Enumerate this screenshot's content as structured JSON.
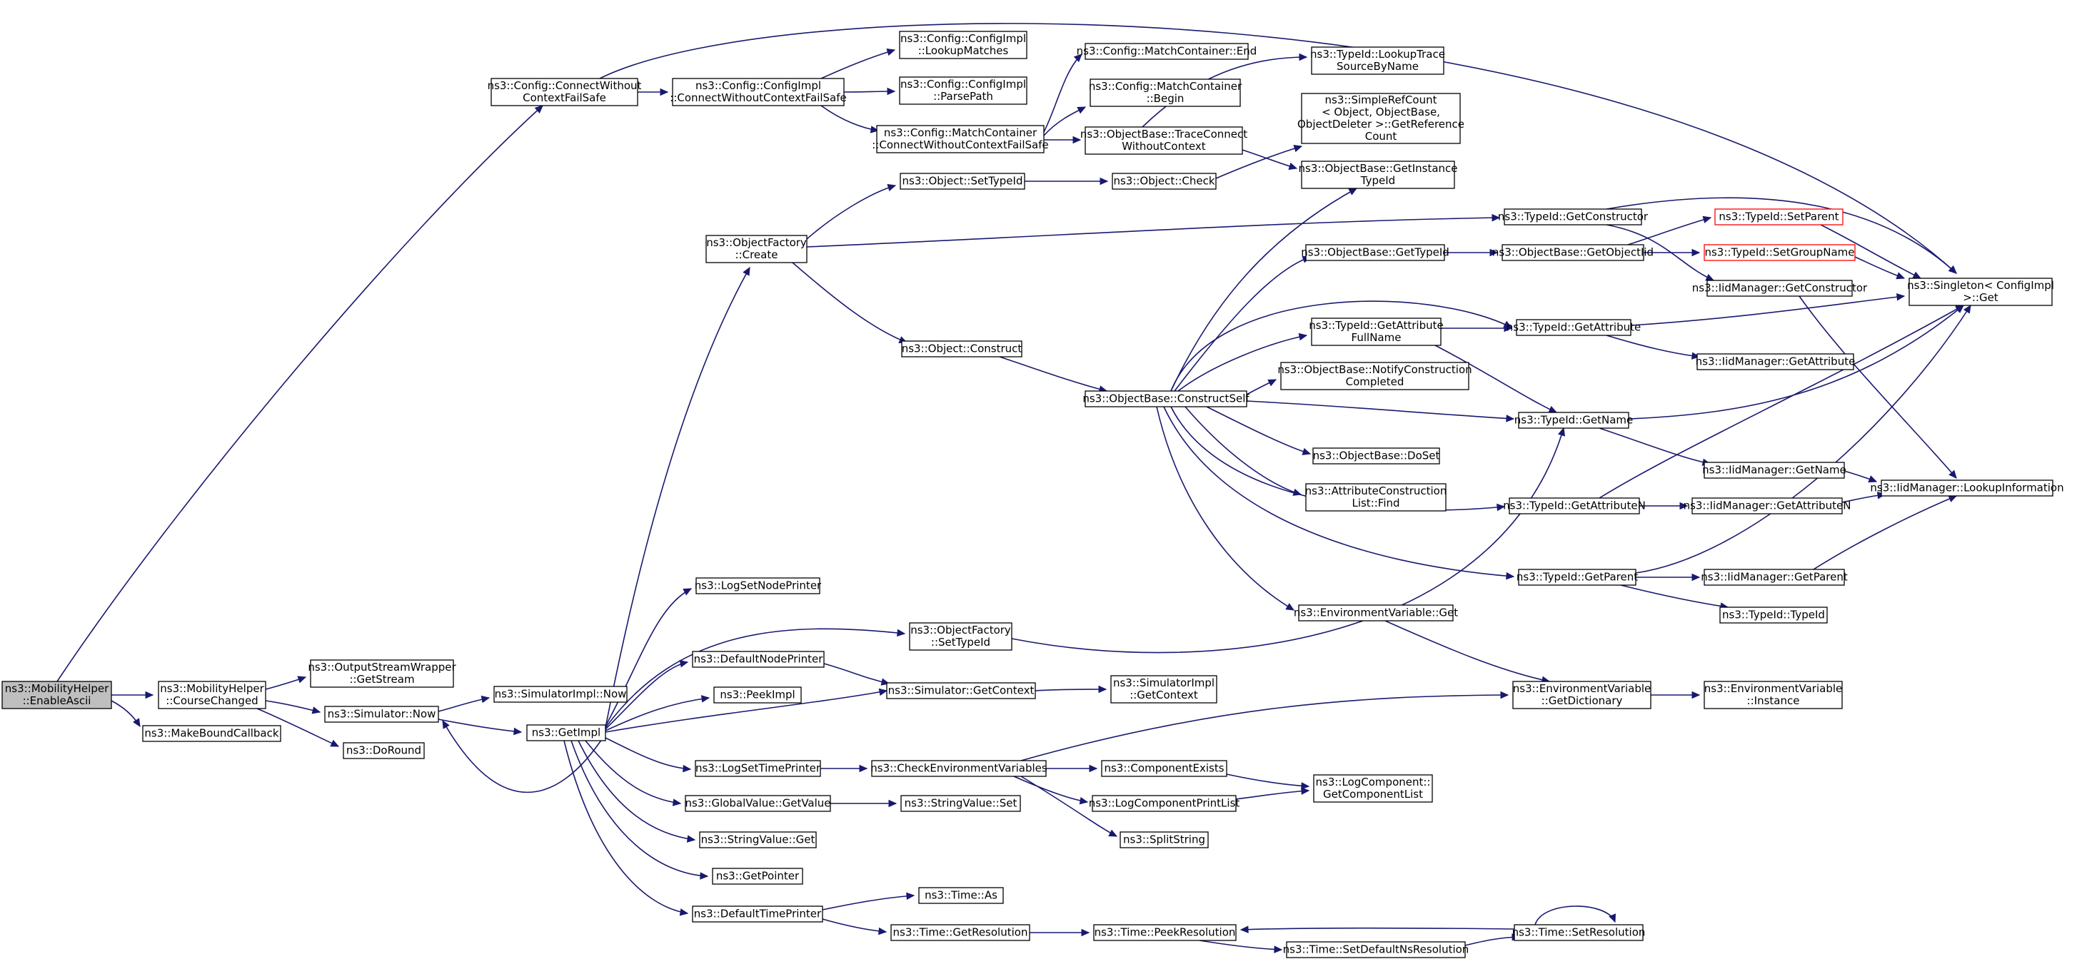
{
  "graph": {
    "nodes": {
      "root": [
        "ns3::MobilityHelper",
        "::EnableAscii"
      ],
      "course": [
        "ns3::MobilityHelper",
        "::CourseChanged"
      ],
      "makebound": [
        "ns3::MakeBoundCallback"
      ],
      "outstream": [
        "ns3::OutputStreamWrapper",
        "::GetStream"
      ],
      "simnow": [
        "ns3::Simulator::Now"
      ],
      "doround": [
        "ns3::DoRound"
      ],
      "simimplnow": [
        "ns3::SimulatorImpl::Now"
      ],
      "getimpl": [
        "ns3::GetImpl"
      ],
      "cfgconnect": [
        "ns3::Config::ConnectWithout",
        "ContextFailSafe"
      ],
      "cfgimplconnect": [
        "ns3::Config::ConfigImpl",
        "::ConnectWithoutContextFailSafe"
      ],
      "lookupmatches": [
        "ns3::Config::ConfigImpl",
        "::LookupMatches"
      ],
      "parsepath": [
        "ns3::Config::ConfigImpl",
        "::ParsePath"
      ],
      "mcconnect": [
        "ns3::Config::MatchContainer",
        "::ConnectWithoutContextFailSafe"
      ],
      "mcend": [
        "ns3::Config::MatchContainer::End"
      ],
      "mcbegin": [
        "ns3::Config::MatchContainer",
        "::Begin"
      ],
      "traceconnect": [
        "ns3::ObjectBase::TraceConnect",
        "WithoutContext"
      ],
      "lookuptrace": [
        "ns3::TypeId::LookupTrace",
        "SourceByName"
      ],
      "simplerefcount": [
        "ns3::SimpleRefCount",
        "< Object, ObjectBase,",
        "ObjectDeleter >::GetReference",
        "Count"
      ],
      "getinstancetypeid": [
        "ns3::ObjectBase::GetInstance",
        "TypeId"
      ],
      "setTypeId": [
        "ns3::Object::SetTypeId"
      ],
      "objcheck": [
        "ns3::Object::Check"
      ],
      "objfactcreate": [
        "ns3::ObjectFactory",
        "::Create"
      ],
      "getconstructor": [
        "ns3::TypeId::GetConstructor"
      ],
      "setparent": [
        "ns3::TypeId::SetParent"
      ],
      "setgroupname": [
        "ns3::TypeId::SetGroupName"
      ],
      "singleton": [
        "ns3::Singleton< ConfigImpl",
        ">::Get"
      ],
      "obgettypeid": [
        "ns3::ObjectBase::GetTypeId"
      ],
      "obgetobjectiid": [
        "ns3::ObjectBase::GetObjectIid"
      ],
      "iidgetconstructor": [
        "ns3::IidManager::GetConstructor"
      ],
      "getattrfullname": [
        "ns3::TypeId::GetAttribute",
        "FullName"
      ],
      "getattribute": [
        "ns3::TypeId::GetAttribute"
      ],
      "iidgetattribute": [
        "ns3::IidManager::GetAttribute"
      ],
      "objconstruct": [
        "ns3::Object::Construct"
      ],
      "notifyconstruction": [
        "ns3::ObjectBase::NotifyConstruction",
        "Completed"
      ],
      "constructself": [
        "ns3::ObjectBase::ConstructSelf"
      ],
      "getname": [
        "ns3::TypeId::GetName"
      ],
      "doset": [
        "ns3::ObjectBase::DoSet"
      ],
      "attrconstrfind": [
        "ns3::AttributeConstruction",
        "List::Find"
      ],
      "iidgetname": [
        "ns3::IidManager::GetName"
      ],
      "iidlookupinfo": [
        "ns3::IidManager::LookupInformation"
      ],
      "getattributen": [
        "ns3::TypeId::GetAttributeN"
      ],
      "iidgetattributen": [
        "ns3::IidManager::GetAttributeN"
      ],
      "logsetnodeprinter": [
        "ns3::LogSetNodePrinter"
      ],
      "objfactsettypeid": [
        "ns3::ObjectFactory",
        "::SetTypeId"
      ],
      "getparent": [
        "ns3::TypeId::GetParent"
      ],
      "iidgetparent": [
        "ns3::IidManager::GetParent"
      ],
      "typeidtypeid": [
        "ns3::TypeId::TypeId"
      ],
      "envget": [
        "ns3::EnvironmentVariable::Get"
      ],
      "defaultnodeprinter": [
        "ns3::DefaultNodePrinter"
      ],
      "peekimpl": [
        "ns3::PeekImpl"
      ],
      "simgetcontext": [
        "ns3::Simulator::GetContext"
      ],
      "simimplgetcontext": [
        "ns3::SimulatorImpl",
        "::GetContext"
      ],
      "envgetdict": [
        "ns3::EnvironmentVariable",
        "::GetDictionary"
      ],
      "envinstance": [
        "ns3::EnvironmentVariable",
        "::Instance"
      ],
      "logsettimeprinter": [
        "ns3::LogSetTimePrinter"
      ],
      "checkenv": [
        "ns3::CheckEnvironmentVariables"
      ],
      "componentexists": [
        "ns3::ComponentExists"
      ],
      "logcomplist": [
        "ns3::LogComponent::",
        "GetComponentList"
      ],
      "globalvalueget": [
        "ns3::GlobalValue::GetValue"
      ],
      "stringvalueset": [
        "ns3::StringValue::Set"
      ],
      "logcompprintlist": [
        "ns3::LogComponentPrintList"
      ],
      "splitstring": [
        "ns3::SplitString"
      ],
      "stringvalueget": [
        "ns3::StringValue::Get"
      ],
      "getpointer": [
        "ns3::GetPointer"
      ],
      "defaulttimeprinter": [
        "ns3::DefaultTimePrinter"
      ],
      "timeas": [
        "ns3::Time::As"
      ],
      "timegetres": [
        "ns3::Time::GetResolution"
      ],
      "timepeekres": [
        "ns3::Time::PeekResolution"
      ],
      "timesetres": [
        "ns3::Time::SetResolution"
      ],
      "timesetdefaultns": [
        "ns3::Time::SetDefaultNsResolution"
      ]
    }
  }
}
